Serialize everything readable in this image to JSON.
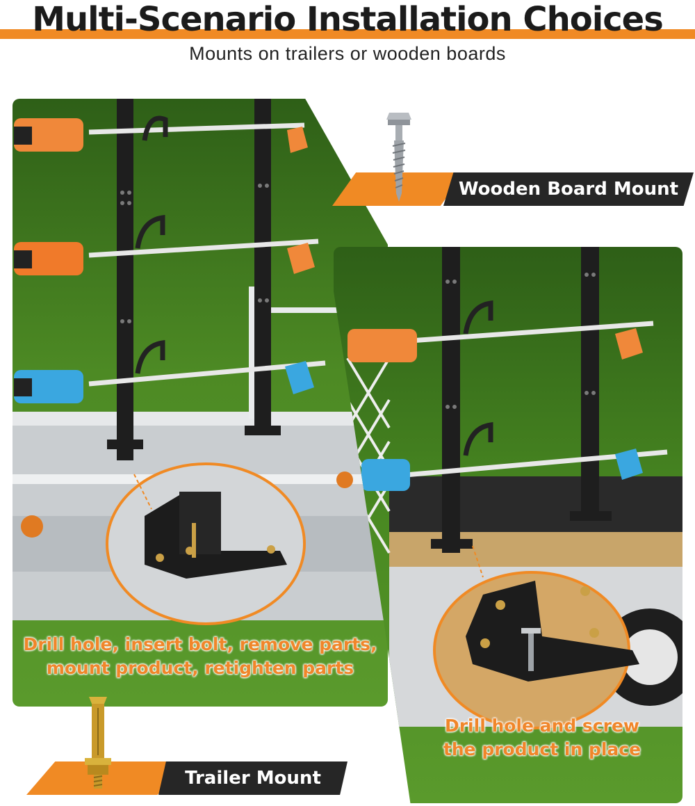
{
  "header": {
    "title": "Multi-Scenario Installation Choices",
    "subtitle": "Mounts on trailers or wooden boards"
  },
  "left_panel": {
    "caption_line1": "Drill hole, insert bolt, remove parts,",
    "caption_line2": "mount product, retighten parts",
    "tag_label": "Trailer Mount"
  },
  "right_panel": {
    "caption_line1": "Drill hole and screw",
    "caption_line2": "the product in place",
    "tag_label": "Wooden Board Mount"
  },
  "colors": {
    "accent": "#f08a24",
    "dark": "#262626",
    "grass": "#3f7a1d",
    "rack": "#1e1e1e"
  }
}
